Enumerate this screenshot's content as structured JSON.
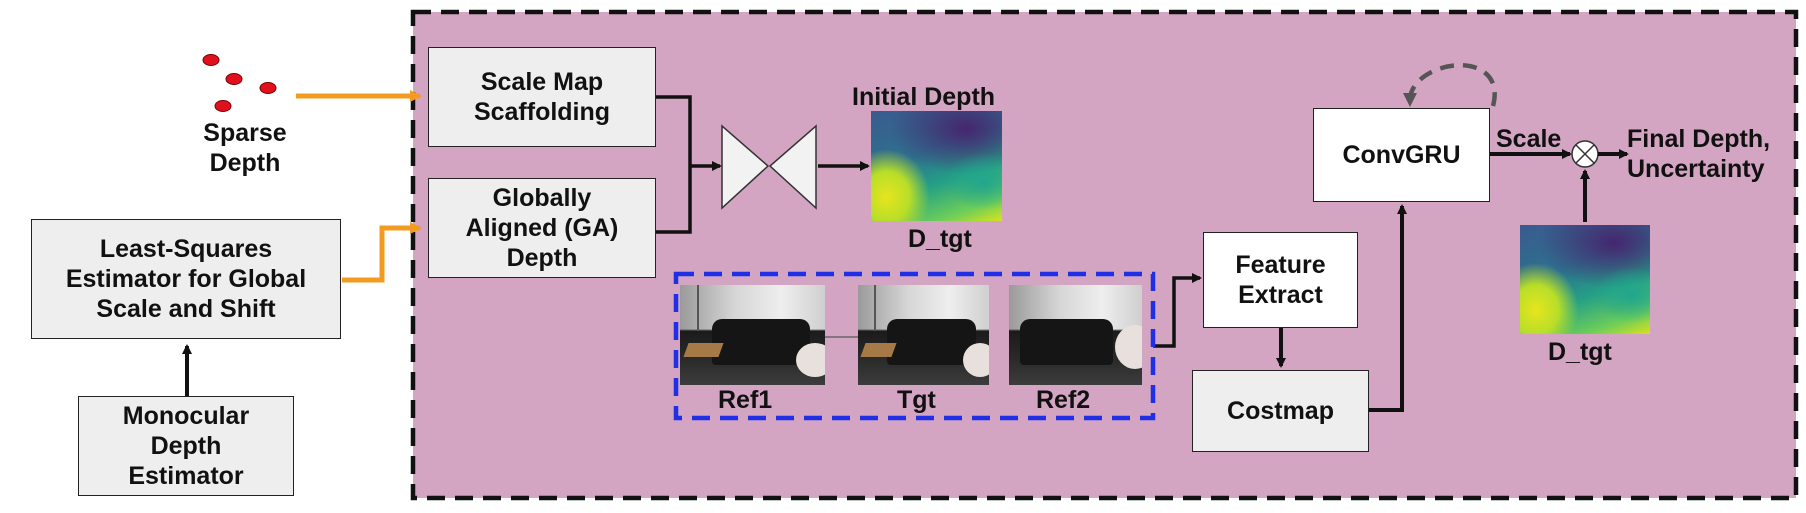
{
  "inputs": {
    "sparse_depth": "Sparse\nDepth",
    "least_squares": "Least-Squares\nEstimator for Global\nScale and Shift",
    "monocular": "Monocular\nDepth\nEstimator"
  },
  "pipeline": {
    "scale_map": "Scale Map\nScaffolding",
    "ga_depth": "Globally\nAligned (GA)\nDepth",
    "initial_depth_label": "Initial Depth",
    "d_tgt": "D_tgt",
    "feature_extract": "Feature\nExtract",
    "costmap": "Costmap",
    "convgru": "ConvGRU",
    "scale": "Scale",
    "final_output": "Final Depth,\nUncertainty",
    "d_tgt_2": "D_tgt"
  },
  "frames": [
    "Ref1",
    "Tgt",
    "Ref2"
  ],
  "colors": {
    "panel_bg": "#d4a5c2",
    "sparse_arrow": "#f39a20",
    "frame_group_border": "#1f2fe6",
    "sparse_dot": "#e0101e",
    "box_fill": "#eeeeee"
  }
}
